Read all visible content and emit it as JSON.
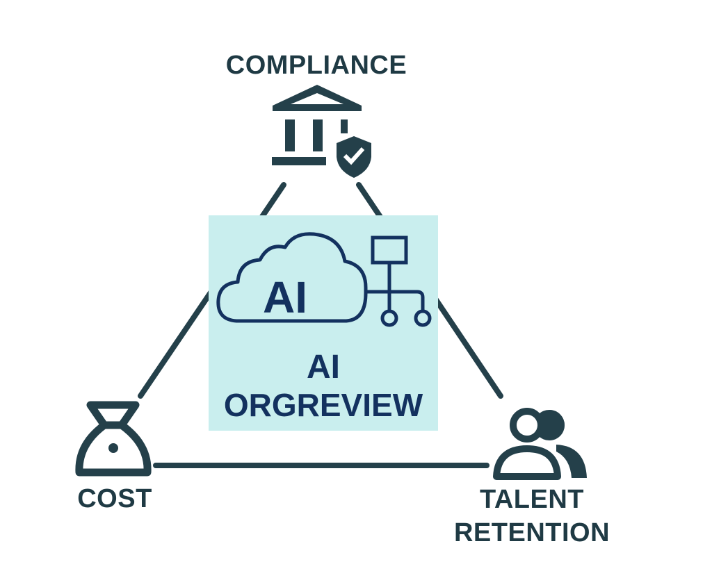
{
  "nodes": {
    "compliance": {
      "label": "COMPLIANCE",
      "icon": "bank-shield-icon"
    },
    "cost": {
      "label": "COST",
      "icon": "money-bag-icon"
    },
    "talent": {
      "label_line1": "TALENT",
      "label_line2": "RETENTION",
      "icon": "people-icon"
    }
  },
  "center": {
    "icon_text": "AI",
    "title_line1": "AI",
    "title_line2": "ORGREVIEW",
    "icon": "ai-cloud-network-icon"
  },
  "colors": {
    "line": "#24404a",
    "navy": "#13315f",
    "box": "#c9eeee"
  }
}
